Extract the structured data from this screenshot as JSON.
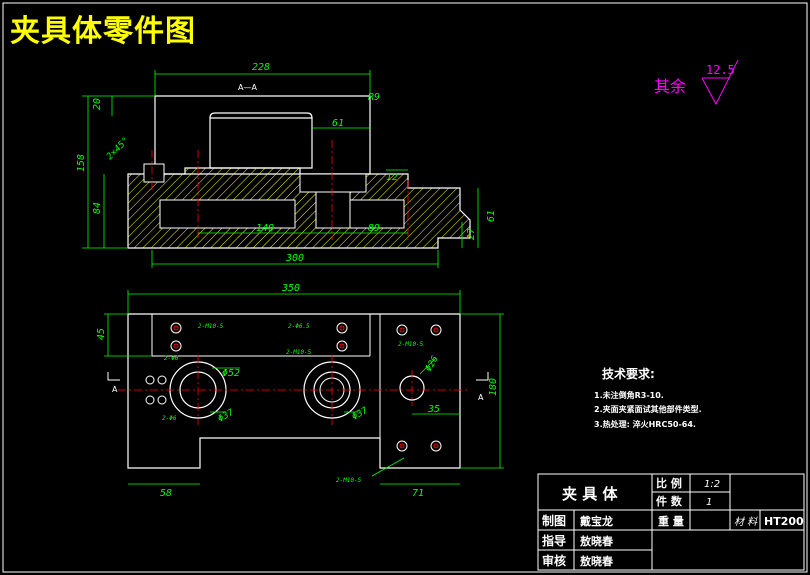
{
  "title": "夹具体零件图",
  "section_label": "A—A",
  "section_marks": {
    "left": "A",
    "right": "A"
  },
  "surface_finish": {
    "label": "其余",
    "value": "12.5"
  },
  "dimensions": {
    "top_width": "228",
    "top_height": "20",
    "radius_top": "R9",
    "slot_width": "61",
    "overall_height": "158",
    "base_height": "84",
    "step_right": "12",
    "left_chamfer": "2×45°",
    "right_height": "61",
    "right_low": "27",
    "hole_span1": "140",
    "hole_span2": "89",
    "bottom_width": "300",
    "plan_width": "350",
    "plan_left_h": "45",
    "plan_right_h": "180",
    "dia_large": "Φ52",
    "dia_small": "Φ37",
    "dia_mid": "Φ37",
    "dia_right": "Φ26",
    "right_offset": "35",
    "bottom_left": "58",
    "bottom_right": "71",
    "hole_note1": "2-M10-5",
    "hole_note2": "2-Φ6.5",
    "hole_note3": "2-Φ6",
    "hole_note4": "2-M10-5",
    "hole_note5": "2-Φ6",
    "hole_note6": "2-M10-5",
    "hole_note7": "2-M10-5"
  },
  "tech_requirements": {
    "heading": "技术要求:",
    "items": [
      "1.未注倒角R3-10.",
      "2.夹面夹紧面试其他部件类型.",
      "3.热处理: 淬火HRC50-64."
    ]
  },
  "title_block": {
    "name": "夹 具 体",
    "scale_label": "比 例",
    "scale_value": "1:2",
    "qty_label": "件 数",
    "qty_value": "1",
    "drawn_label": "制图",
    "drawn_name": "戴宝龙",
    "weight_label": "重 量",
    "material_label": "材 料",
    "material_value": "HT200",
    "guide_label": "指导",
    "guide_name": "敖晓春",
    "review_label": "审核",
    "review_name": "敖晓春"
  }
}
